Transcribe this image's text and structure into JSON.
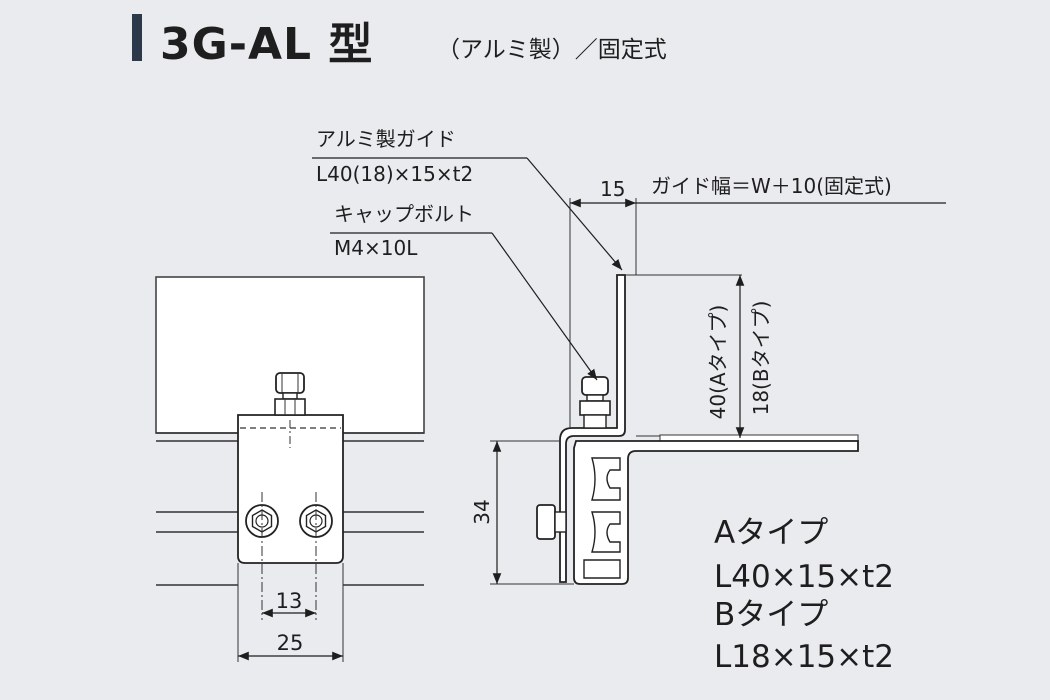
{
  "header": {
    "title": "3G-AL 型",
    "subtitle": "（アルミ製）／固定式"
  },
  "callouts": {
    "guide_name": "アルミ製ガイド",
    "guide_spec": "L40(18)×15×t2",
    "bolt_name": "キャップボルト",
    "bolt_spec": "M4×10L",
    "guide_width": "ガイド幅＝W＋10(固定式)"
  },
  "dimensions": {
    "d15": "15",
    "d34": "34",
    "d13": "13",
    "d25": "25",
    "height_a": "40(Aタイプ)",
    "height_b": "18(Bタイプ)"
  },
  "legend": {
    "a_type": "Aタイプ",
    "a_spec": "L40×15×t2",
    "b_type": "Bタイプ",
    "b_spec": "L18×15×t2"
  }
}
